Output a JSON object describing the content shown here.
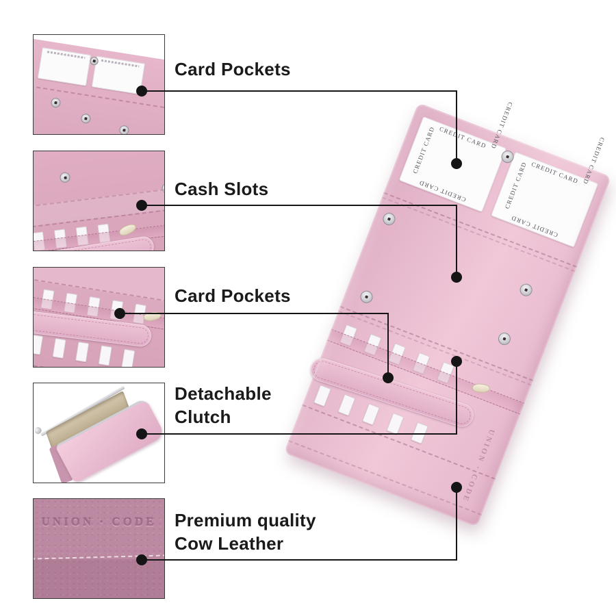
{
  "page": {
    "background": "#ffffff"
  },
  "callouts": [
    {
      "id": "card-pockets-top",
      "lines": [
        "Card Pockets"
      ]
    },
    {
      "id": "cash-slots",
      "lines": [
        "Cash Slots"
      ]
    },
    {
      "id": "card-pockets-middle",
      "lines": [
        "Card Pockets"
      ]
    },
    {
      "id": "detachable-clutch",
      "lines": [
        "Detachable",
        "Clutch"
      ]
    },
    {
      "id": "premium-cow-leather",
      "lines": [
        "Premium quality",
        "Cow Leather"
      ]
    }
  ],
  "wallet": {
    "card_text": "CREDIT CARD",
    "brand_text": "UNION · CODE"
  },
  "colors": {
    "leather_pink": "#e5b6ca",
    "leather_dark": "#bb89a1",
    "callout_line": "#151515",
    "card_white": "#fdfcfd",
    "metal_silver": "#c9c8ce",
    "interior_beige": "#cdbfa5"
  }
}
